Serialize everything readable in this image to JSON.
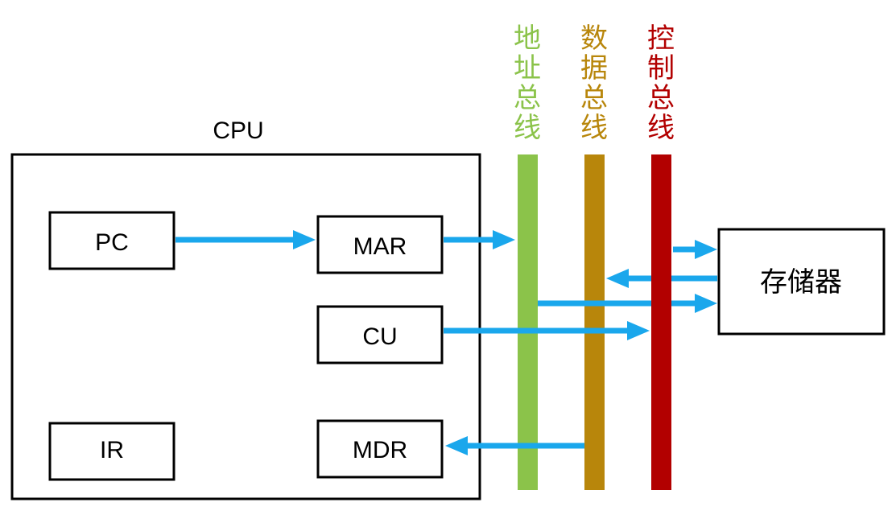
{
  "cpu": {
    "title": "CPU",
    "registers": {
      "pc": "PC",
      "mar": "MAR",
      "cu": "CU",
      "ir": "IR",
      "mdr": "MDR"
    }
  },
  "buses": {
    "address": {
      "chars": [
        "地",
        "址",
        "总",
        "线"
      ],
      "color": "#8bc34a"
    },
    "data": {
      "chars": [
        "数",
        "据",
        "总",
        "线"
      ],
      "color": "#b8860b"
    },
    "control": {
      "chars": [
        "控",
        "制",
        "总",
        "线"
      ],
      "color": "#b20000"
    }
  },
  "memory": {
    "label": "存储器"
  },
  "colors": {
    "arrow": "#1aa7ec",
    "box_border": "#000000"
  }
}
